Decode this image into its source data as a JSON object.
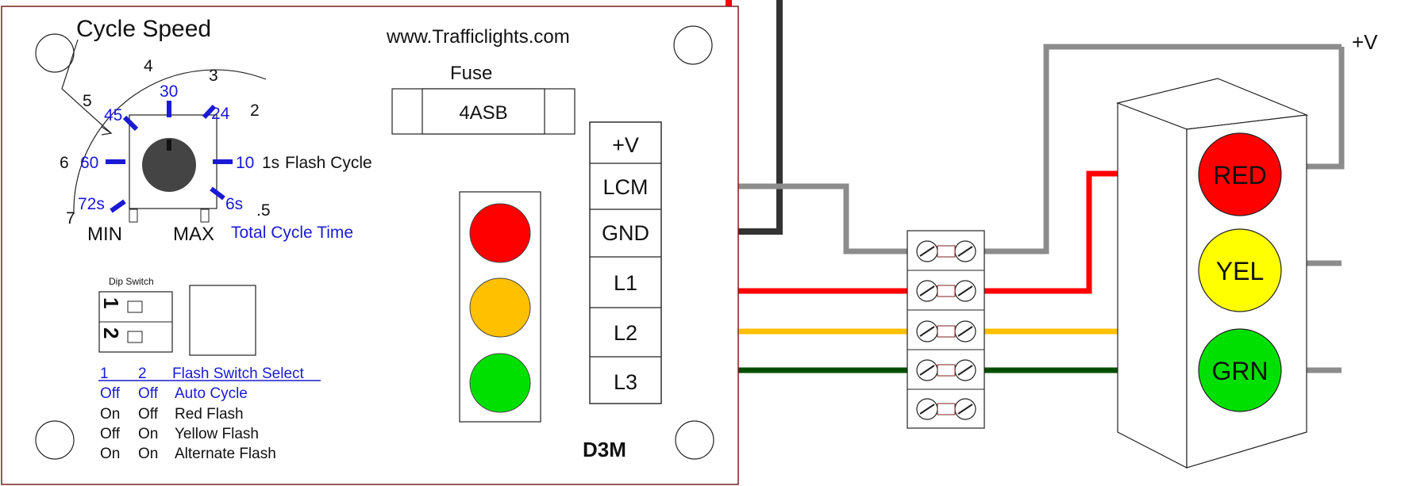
{
  "colors": {
    "red": "#ff0000",
    "yellow": "#ffc000",
    "green": "#004d00",
    "gray": "#8c8c8c",
    "black": "#333333",
    "blue": "#1a1ad6",
    "board_border": "#7a1f1f",
    "lamp_red": "#ff0000",
    "lamp_yellow": "#ffff00",
    "lamp_green": "#00e000",
    "preview_yellow": "#ffc000",
    "knob": "#444444"
  },
  "board": {
    "url": "www.Trafficlights.com",
    "model": "D3M",
    "fuse_label": "Fuse",
    "fuse_value": "4ASB"
  },
  "cycle_speed": {
    "title": "Cycle Speed",
    "outer_scale": [
      "7",
      "6",
      "5",
      "4",
      "3",
      "2",
      "1s",
      ".5"
    ],
    "outer_caption": "Flash Cycle",
    "inner_scale": [
      "72s",
      "60",
      "45",
      "30",
      "24",
      "10",
      "6s"
    ],
    "inner_caption": "Total Cycle Time",
    "min_label": "MIN",
    "max_label": "MAX"
  },
  "dip_switch": {
    "title": "Dip Switch",
    "switch_numbers": [
      "1",
      "2"
    ]
  },
  "flash_table": {
    "header": {
      "col1": "1",
      "col2": "2",
      "desc": "Flash Switch Select"
    },
    "rows": [
      {
        "s1": "Off",
        "s2": "Off",
        "desc": "Auto Cycle",
        "highlight": true
      },
      {
        "s1": "On",
        "s2": "Off",
        "desc": "Red Flash",
        "highlight": false
      },
      {
        "s1": "Off",
        "s2": "On",
        "desc": "Yellow Flash",
        "highlight": false
      },
      {
        "s1": "On",
        "s2": "On",
        "desc": "Alternate Flash",
        "highlight": false
      }
    ]
  },
  "terminals": [
    "+V",
    "LCM",
    "GND",
    "L1",
    "L2",
    "L3"
  ],
  "signal_head": {
    "lamps": [
      "RED",
      "YEL",
      "GRN"
    ],
    "supply_label": "+V"
  }
}
